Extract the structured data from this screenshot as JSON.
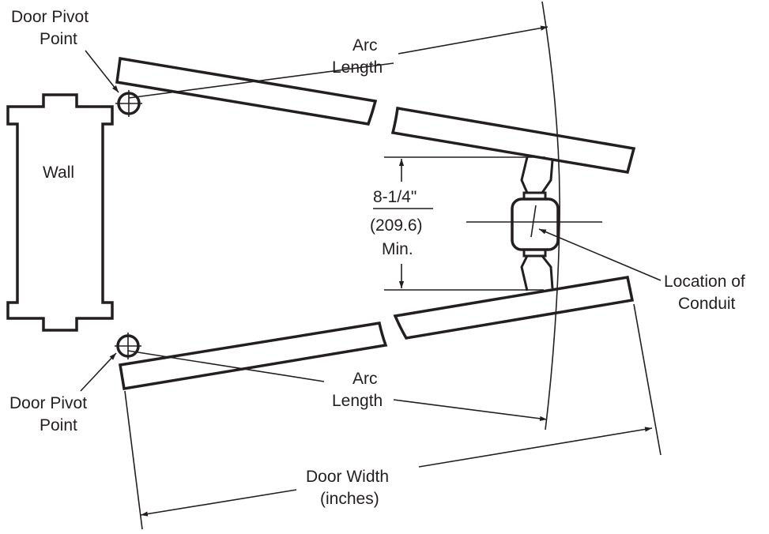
{
  "labels": {
    "top_pivot_line1": "Door Pivot",
    "top_pivot_line2": "Point",
    "bottom_pivot_line1": "Door Pivot",
    "bottom_pivot_line2": "Point",
    "wall": "Wall",
    "top_arc_line1": "Arc",
    "top_arc_line2": "Length",
    "bottom_arc_line1": "Arc",
    "bottom_arc_line2": "Length",
    "dimension_imperial": "8-1/4\"",
    "dimension_metric": "(209.6)",
    "dimension_min": "Min.",
    "conduit_line1": "Location of",
    "conduit_line2": "Conduit",
    "door_width_line1": "Door Width",
    "door_width_line2": "(inches)"
  },
  "colors": {
    "ink": "#231f20",
    "background": "#ffffff"
  }
}
